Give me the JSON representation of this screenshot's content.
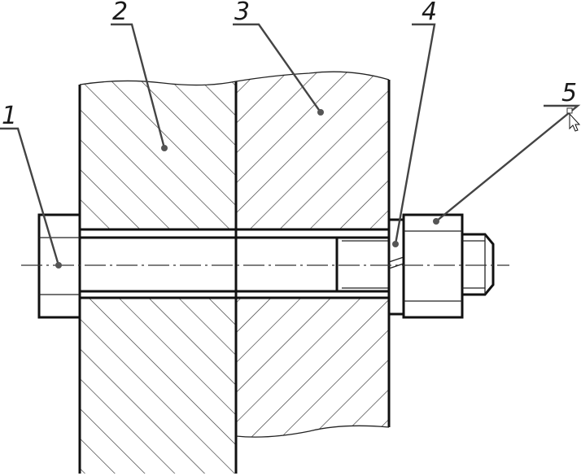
{
  "callouts": [
    {
      "id": "1",
      "label": "1"
    },
    {
      "id": "2",
      "label": "2"
    },
    {
      "id": "3",
      "label": "3"
    },
    {
      "id": "4",
      "label": "4"
    },
    {
      "id": "5",
      "label": "5"
    }
  ],
  "colors": {
    "line": "#111111",
    "leader": "#444444",
    "background": "#ffffff"
  },
  "icons": {
    "cursor": "mouse-pointer-icon"
  }
}
